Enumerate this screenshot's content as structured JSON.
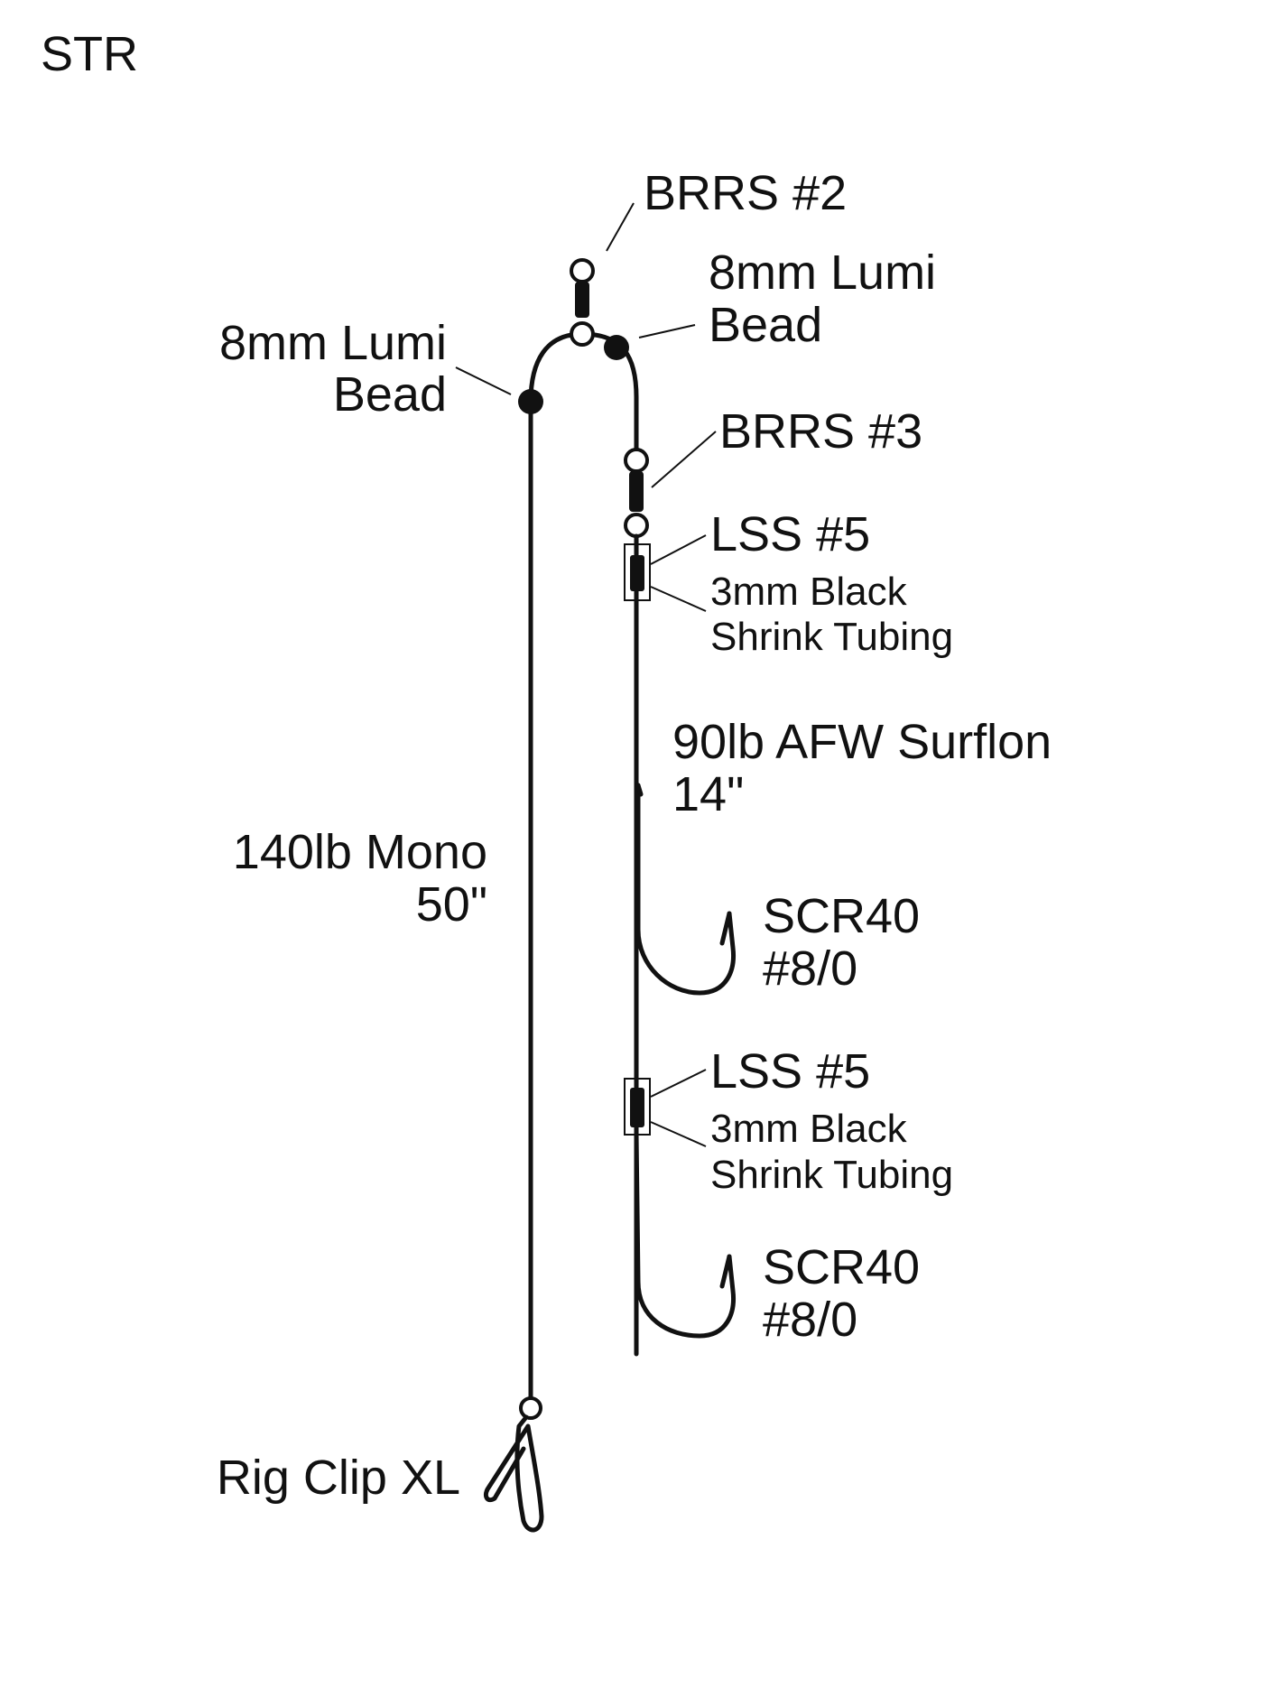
{
  "diagram": {
    "title": "STR",
    "labels": {
      "brrs_2": "BRRS #2",
      "lumi_bead_left_1": "8mm Lumi",
      "lumi_bead_left_2": "Bead",
      "lumi_bead_right_1": "8mm Lumi",
      "lumi_bead_right_2": "Bead",
      "brrs_3": "BRRS #3",
      "lss_5_upper": "LSS #5",
      "shrink_upper_1": "3mm Black",
      "shrink_upper_2": "Shrink Tubing",
      "surflon_1": "90lb AFW Surflon",
      "surflon_2": "14\"",
      "mono_1": "140lb Mono",
      "mono_2": "50\"",
      "hook_upper_1": "SCR40",
      "hook_upper_2": "#8/0",
      "lss_5_lower": "LSS #5",
      "shrink_lower_1": "3mm Black",
      "shrink_lower_2": "Shrink Tubing",
      "hook_lower_1": "SCR40",
      "hook_lower_2": "#8/0",
      "rig_clip": "Rig Clip XL"
    }
  }
}
